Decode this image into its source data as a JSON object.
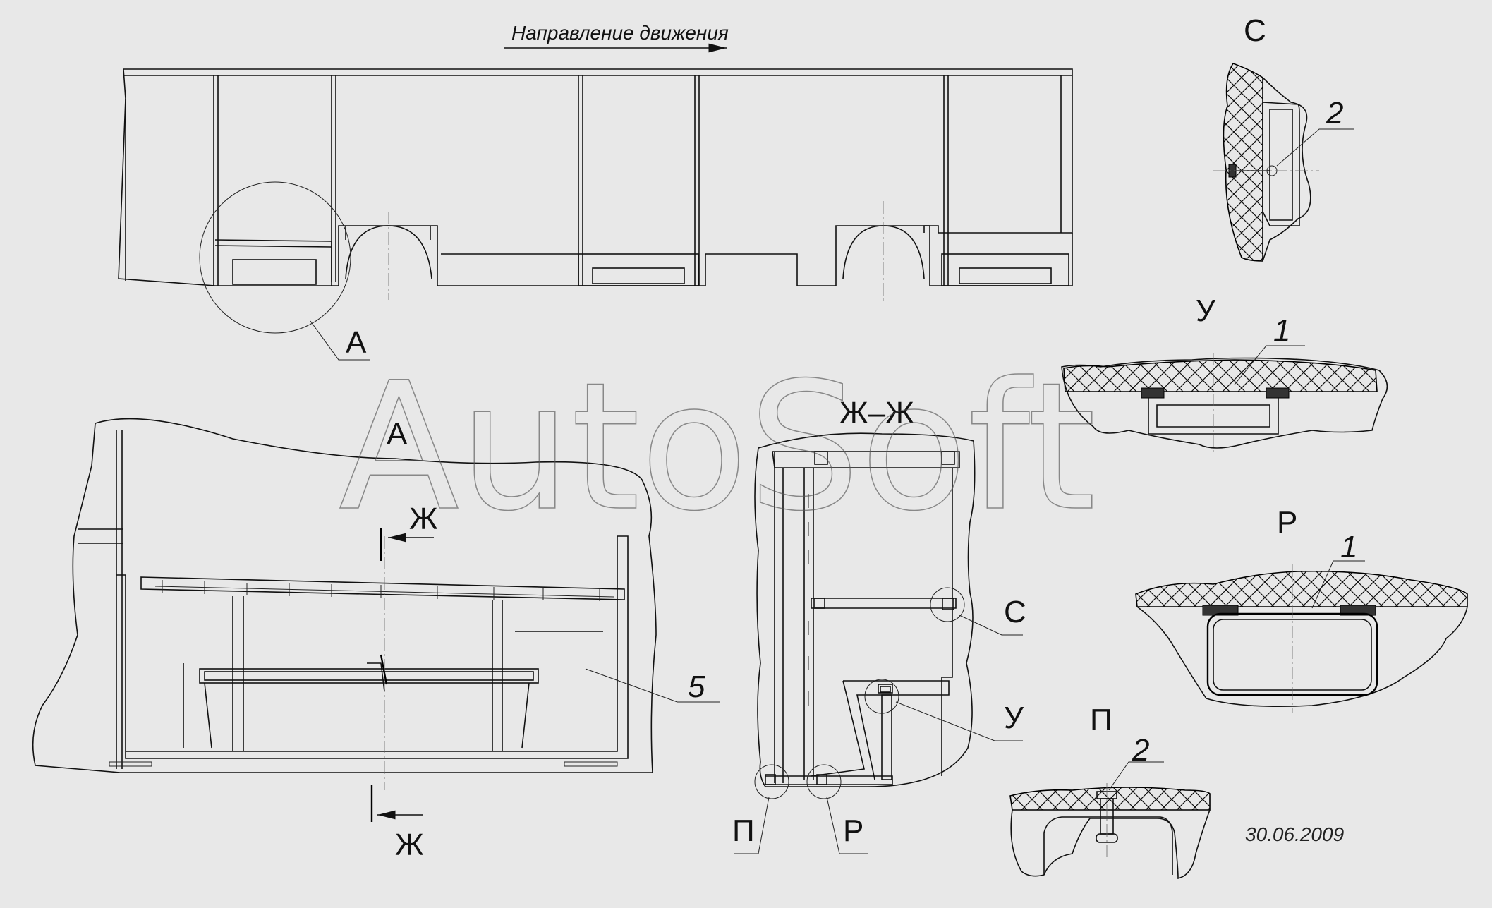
{
  "drawing": {
    "direction_caption": "Направление движения",
    "watermark": "AutoSoft",
    "date": "30.06.2009"
  },
  "views": {
    "detail_a_callout": "А",
    "detail_a_title": "А",
    "section_mark_top": "Ж",
    "section_mark_bottom": "Ж",
    "section_title": "Ж–Ж",
    "detail_c_title": "С",
    "detail_u_title": "У",
    "detail_r_title": "Р",
    "detail_p_title": "П",
    "callout_c": "С",
    "callout_u": "У",
    "callout_p": "П",
    "callout_r": "Р"
  },
  "positions": {
    "pos_5": "5",
    "pos_1_u": "1",
    "pos_1_r": "1",
    "pos_2_c": "2",
    "pos_2_p": "2"
  }
}
